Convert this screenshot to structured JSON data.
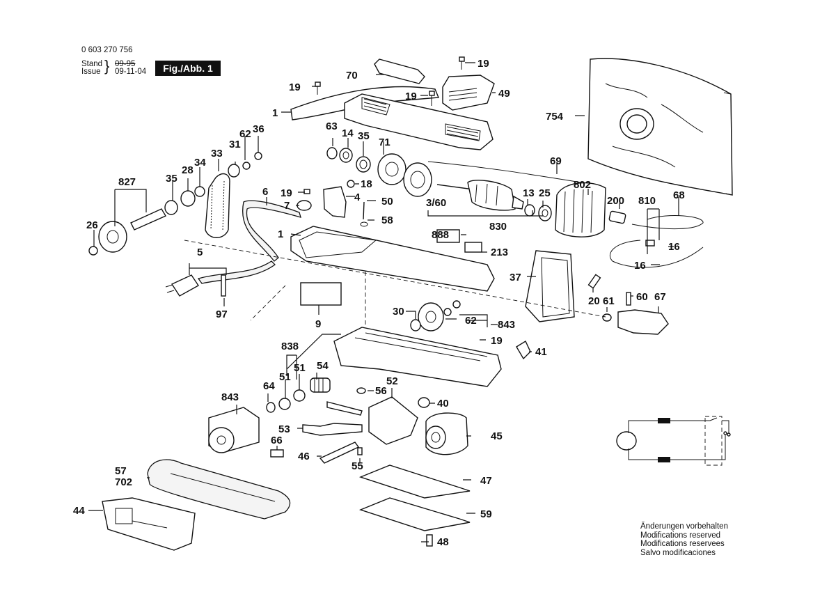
{
  "header": {
    "document_number": "0 603 270 756",
    "stand_label": "Stand",
    "issue_label": "Issue",
    "old_date": "09-95",
    "new_date": "09-11-04",
    "figure_label": "Fig./Abb. 1"
  },
  "footer_notes": [
    "Änderungen vorbehalten",
    "Modifications reserved",
    "Modifications reservees",
    "Salvo modificaciones"
  ],
  "part_labels": {
    "p19a": "19",
    "p70": "70",
    "p19b": "19",
    "p49": "49",
    "p19c": "19",
    "p1a": "1",
    "p754": "754",
    "p63": "63",
    "p14": "14",
    "p35a": "35",
    "p71": "71",
    "p62a": "62",
    "p36": "36",
    "p31": "31",
    "p33": "33",
    "p34": "34",
    "p28": "28",
    "p35b": "35",
    "p827": "827",
    "p26": "26",
    "p6": "6",
    "p19d": "19",
    "p7": "7",
    "p18": "18",
    "p4": "4",
    "p50": "50",
    "p58": "58",
    "p1b": "1",
    "p69": "69",
    "p802": "802",
    "p3_60": "3/60",
    "p830": "830",
    "p13": "13",
    "p25": "25",
    "p200": "200",
    "p810": "810",
    "p68": "68",
    "p16a": "16",
    "p16b": "16",
    "p888": "888",
    "p213": "213",
    "p5": "5",
    "p97": "97",
    "p9": "9",
    "p37": "37",
    "p20": "20",
    "p61": "61",
    "p60": "60",
    "p67": "67",
    "p30": "30",
    "p62b": "62",
    "p843a": "843",
    "p19e": "19",
    "p41": "41",
    "p838": "838",
    "p51a": "51",
    "p51b": "51",
    "p54": "54",
    "p64": "64",
    "p56": "56",
    "p52": "52",
    "p843b": "843",
    "p40": "40",
    "p53": "53",
    "p45": "45",
    "p66": "66",
    "p46": "46",
    "p55": "55",
    "p57": "57",
    "p702": "702",
    "p47": "47",
    "p44": "44",
    "p59": "59",
    "p48": "48"
  }
}
